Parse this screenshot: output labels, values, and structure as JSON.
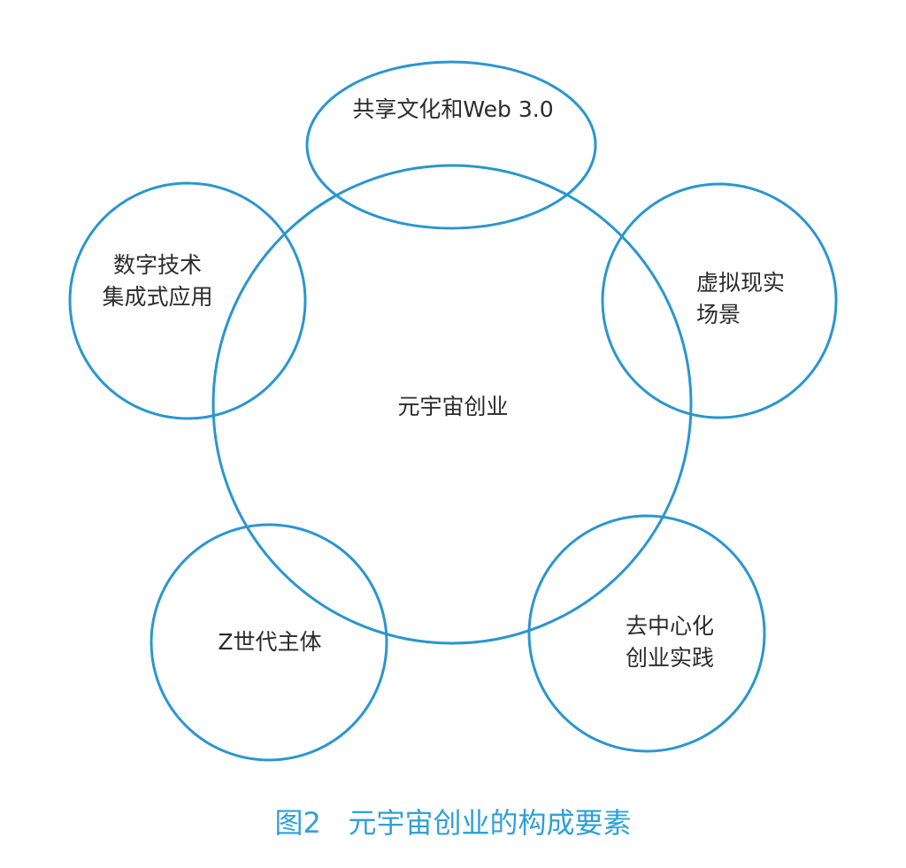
{
  "stroke_color": "#2a96d0",
  "caption_color": "#2fa0d8",
  "center": {
    "label": "元宇宙创业"
  },
  "elements": [
    {
      "lines": [
        "共享文化和Web 3.0"
      ]
    },
    {
      "lines": [
        "数字技术",
        "集成式应用"
      ]
    },
    {
      "lines": [
        "虚拟现实",
        "场景"
      ]
    },
    {
      "lines": [
        "Z世代主体"
      ]
    },
    {
      "lines": [
        "去中心化",
        "创业实践"
      ]
    }
  ],
  "caption": {
    "figure_no": "图2",
    "title": "元宇宙创业的构成要素"
  }
}
